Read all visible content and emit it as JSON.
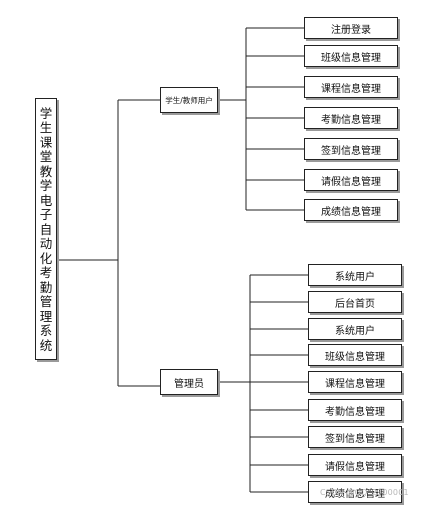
{
  "root": {
    "chars": [
      "学",
      "生",
      "课",
      "堂",
      "教",
      "学",
      "电",
      "子",
      "自",
      "动",
      "化",
      "考",
      "勤",
      "管",
      "理",
      "系",
      "统"
    ]
  },
  "branches": [
    {
      "label": "学生/教师用户",
      "children": [
        "注册登录",
        "班级信息管理",
        "课程信息管理",
        "考勤信息管理",
        "签到信息管理",
        "请假信息管理",
        "成绩信息管理"
      ]
    },
    {
      "label": "管理员",
      "children": [
        "系统用户",
        "后台首页",
        "系统用户",
        "班级信息管理",
        "课程信息管理",
        "考勤信息管理",
        "签到信息管理",
        "请假信息管理",
        "成绩信息管理"
      ]
    }
  ],
  "watermark": "CSDN @QQ_2300001"
}
